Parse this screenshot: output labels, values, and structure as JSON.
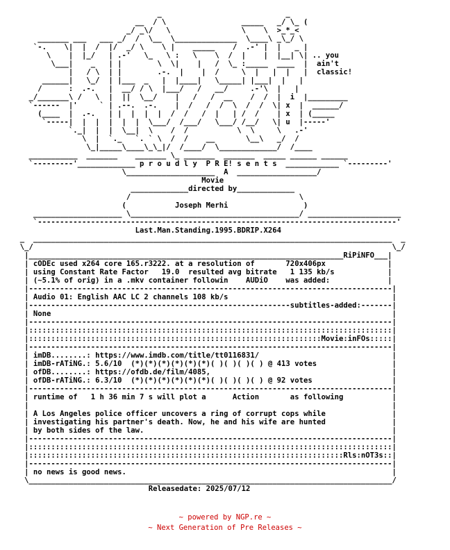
{
  "nfo_text": "                                 _                            _\n                            __  / \\                 _____   _/ \\_ (\n                          _/ _\\/   \\                \\    \\  >_*_<\n      _______ ___   ___ _/  /  \\__  \\______________  \\____\\ _\\_/ \\\n     `-.    \\|  |  /  |/  _/ \\    \\ |    _____    /  .-' |  |   _ |\n        \\    |  |_/   | .-'   \\_   \\ :   \\    \\  /  |    |  |__| \\| .. you\n         \\___|    _   | |        \\  \\|    |   /  \\_ :_____  ____  |  ain't\n             |   / \\  | |        .-.  |    |  /     \\  |   |  |   |  classic!\n       ______|   \\_/  | |___  _   |  |____|   \\_____| |___|  |   |\n      /      :  .-.   |  __/ / \\  |___/   /   __/     .-'\\  |   |\n    _/_______\\ /   \\  |  ||  \\__/    |   /   /  __    /  /  |  i  |_________\n    `------  |'     ` | .--.  .-.    |  /   /  /  \\  /  /  \\| x  |  ______/\n      (____  |  .-.   | |  |  |  |  /  /   /  |   | /  /    | x  | (_____\n       `-----|  |  |  |  |  |  \\___/  /___/   \\___/ /__/   \\| u  |-----'\n             `._|  |  |  \\__|  \\    /  /           \\  \\     \\   .-'\n                \\  |  `._   `. ` \\  /  /    __       \\__\\   _/  /\n                 \\_|_____\\____\\_\\_|/  /____/  \\_____________/  /____\n    ___________  _______    _______ \\_ _______  _______  _____ ______ ______\n    `---------'_____________ p r o u d l y  P R E! s e n t s  ____________ `---------'\n                         \\____________________  A  __________________/\n                                           Movie\n                           _____________directed by_____________\n                          /                                      \\\n                         (           Joseph Merhi                 )\n     ____________________ \\______________________________________/ _____________________\n     `---------------------------------------------------------------------------------'\n                            Last.Man.Standing.1995.BDRIP.X264\n  _  _________________________________________________________________________________  _\n  \\_/                                                                                 \\_/\n   |_______________________________________________________________________RiPiNFO___|\n   | cODEc used x264 core 165.r3222. at a resolution of       720x406px              |\n   | using Constant Rate Factor   19.0  resulted avg bitrate   1 135 kb/s            |\n   | (~5.1% of orig) in a .mkv container followin    AUDiO    was added:             |\n   |----------------------------------------------------------------------------------|\n   | Audio 01: English AAC LC 2 channels 108 kb/s                                     |\n   |-----------------------------------------------------------subtitles-added:-------|\n   | None                                                                             |\n   |----------------------------------------------------------------------------------|\n   |::::::::::::::::::::::::::::::::::::::::::::::::::::::::::::::::::::::::::::::::::|\n   |::::::::::::::::::::::::::::::::::::::::::::::::::::::::::::::::::Movie:inFOs:::::|\n   |----------------------------------------------------------------------------------|\n   | imDB........: https://www.imdb.com/title/tt0116831/                              |\n   | imDB-rATiNG.: 5.6/10  (*)(*)(*)(*)(*)(*)( )( )( )( ) @ 413 votes                 |\n   | ofDB........: https://ofdb.de/film/4085,                                         |\n   | ofDB-rATiNG.: 6.3/10  (*)(*)(*)(*)(*)(*)( )( )( )( ) @ 92 votes                  |\n   |----------------------------------------------------------------------------------|\n   | runtime of   1 h 36 min 7 s will plot a      Action       as following           |\n   |                                                                                  |\n   | A Los Angeles police officer uncovers a ring of corrupt cops while               |\n   | investigating his partner's death. Now, he and his wife are hunted               |\n   | by both sides of the law.                                                        |\n   |----------------------------------------------------------------------------------|\n   |::::::::::::::::::::::::::::::::::::::::::::::::::::::::::::::::::::::::::::::::::|\n   |:::::::::::::::::::::::::::::::::::::::::::::::::::::::::::::::::::::::Rls:nOT3s::|\n   |----------------------------------------------------------------------------------|\n   | no news is good news.                                                            |\n   \\__________________________________________________________________________________/\n                               Releasedate: 2025/07/12",
  "footer": {
    "line1": "~ powered by NGP.re ~",
    "line2": "~ Next Generation of Pre Releases ~"
  },
  "colors": {
    "text": "#000000",
    "footer": "#cc0000",
    "background": "#ffffff"
  }
}
